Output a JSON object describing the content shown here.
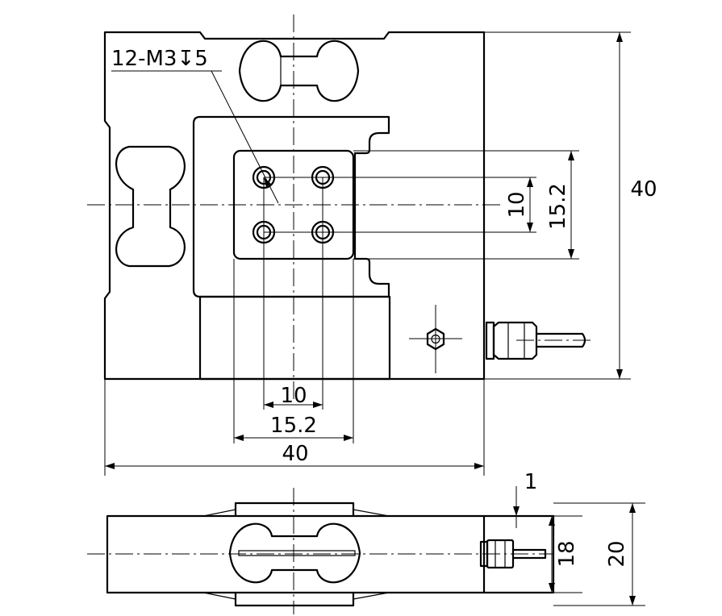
{
  "drawing": {
    "callout": "12-M3↧5",
    "front_view": {
      "hole_spacing_horizontal": "10",
      "pad_width": "15.2",
      "overall_width": "40",
      "hole_spacing_vertical": "10",
      "pad_height": "15.2",
      "overall_height": "40"
    },
    "side_view": {
      "gap": "1",
      "inner_height": "18",
      "overall_height": "20"
    }
  }
}
